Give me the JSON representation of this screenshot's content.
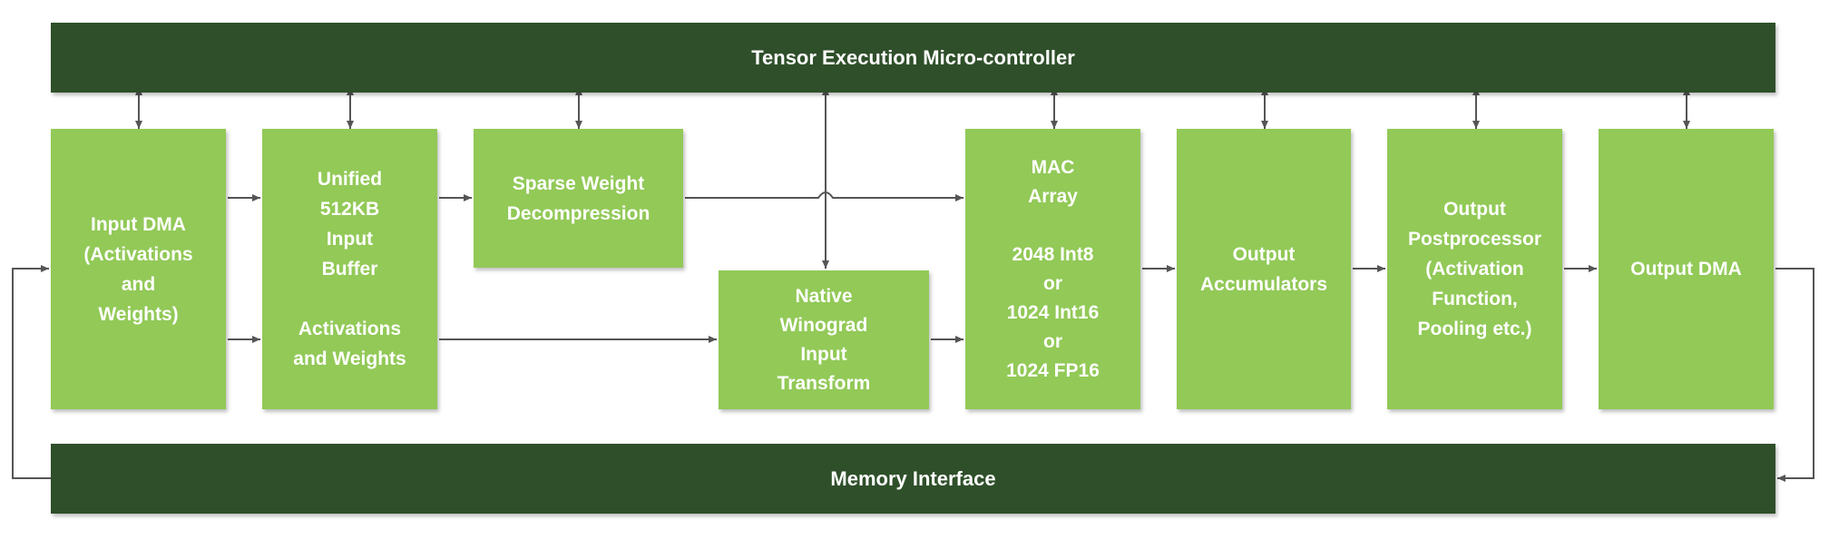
{
  "diagram": {
    "top_bar": "Tensor Execution Micro-controller",
    "bottom_bar": "Memory Interface",
    "blocks": {
      "input_dma": [
        "Input DMA",
        "(Activations",
        "and",
        "Weights)"
      ],
      "input_buffer": [
        "Unified",
        "512KB",
        "Input",
        "Buffer",
        "",
        "Activations",
        "and Weights"
      ],
      "sparse_weight": [
        "Sparse Weight",
        "Decompression"
      ],
      "winograd": [
        "Native",
        "Winograd",
        "Input",
        "Transform"
      ],
      "mac_array": [
        "MAC",
        "Array",
        "",
        "2048 Int8",
        "or",
        "1024 Int16",
        "or",
        "1024 FP16"
      ],
      "accumulators": [
        "Output",
        "Accumulators"
      ],
      "postprocessor": [
        "Output",
        "Postprocessor",
        "(Activation",
        "Function,",
        "Pooling etc.)"
      ],
      "output_dma": [
        "Output DMA"
      ]
    },
    "colors": {
      "bar": "#2f4f2a",
      "block": "#92c957",
      "text": "#ffffff",
      "wire": "#555555"
    }
  }
}
